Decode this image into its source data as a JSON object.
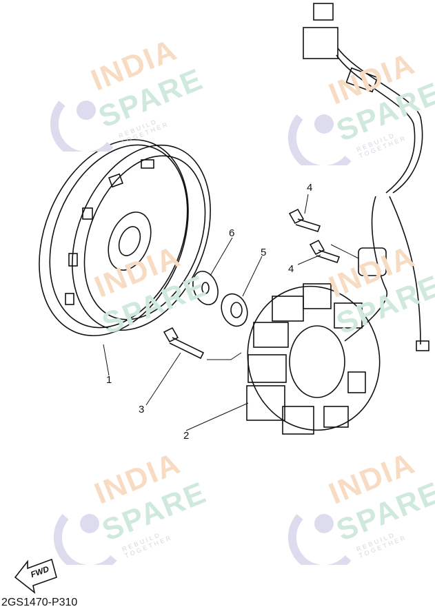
{
  "watermark": {
    "line1": "INDIA",
    "line2": "SPARE",
    "tagline": "REBUILD TOGETHER"
  },
  "callouts": {
    "c1": "1",
    "c2": "2",
    "c3": "3",
    "c4a": "4",
    "c4b": "4",
    "c5": "5",
    "c6": "6"
  },
  "fwd_label": "FWD",
  "diagram_code": "2GS1470-P310"
}
